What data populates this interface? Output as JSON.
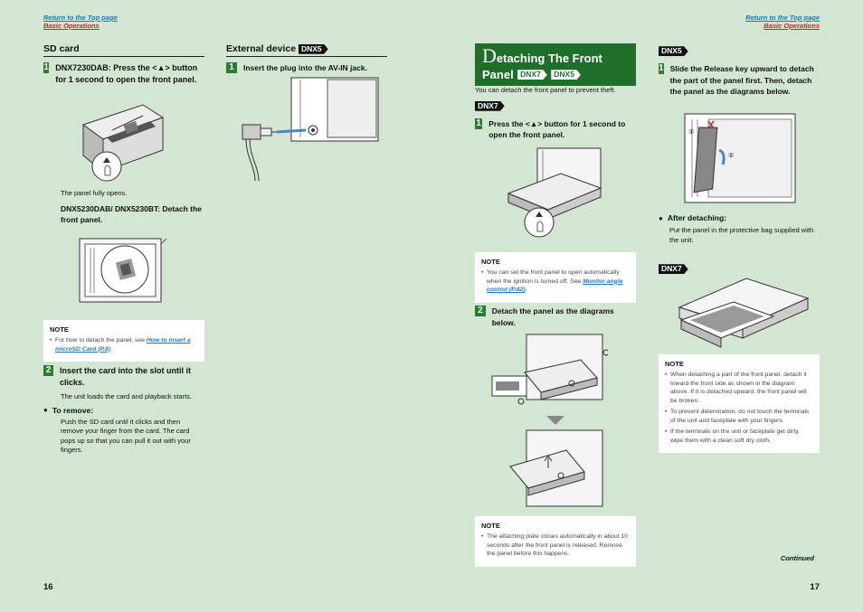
{
  "header": {
    "left": {
      "link": "Return to the Top page",
      "sub": "Basic Operations"
    },
    "right": {
      "link": "Return to the Top page",
      "sub": "Basic Operations"
    }
  },
  "col1": {
    "title": "SD card",
    "step1_num": "1",
    "step1_text": "DNX7230DAB: Press the <▲> button for 1 second to open the front panel.",
    "caption": "The panel fully opens.",
    "sub_step": "DNX5230DAB/ DNX5230BT: Detach the front panel.",
    "note_title": "NOTE",
    "note_prefix": "For how to detach the panel, see ",
    "note_link": "How to insert a microSD Card (P.8)",
    "note_suffix": ".",
    "step2_num": "2",
    "step2_text": "Insert the card into the slot until it clicks.",
    "step2_desc": "The unit loads the card and playback starts.",
    "remove_title": "To remove:",
    "remove_desc": "Push the SD card until it clicks and then remove your finger from the card. The card pops up so that you can pull it out with your fingers."
  },
  "col2": {
    "title": "External device",
    "badge": "DNX5",
    "step1_num": "1",
    "step1_text": "Insert the plug into the AV-IN jack."
  },
  "col3": {
    "title_cap": "D",
    "title_rest": "etaching The Front",
    "title_line2": "Panel",
    "badge1": "DNX7",
    "badge2": "DNX5",
    "intro": "You can detach the front panel to prevent theft.",
    "badge_dnx7": "DNX7",
    "step1_num": "1",
    "step1_text": "Press the <▲> button for 1 second to open the front panel.",
    "note_title": "NOTE",
    "note_prefix": "You can set the front panel to open automatically when the ignition is turned off. See ",
    "note_link": "Monitor angle control (P.82)",
    "note_suffix": ".",
    "step2_num": "2",
    "step2_text": "Detach the panel as the diagrams below.",
    "note2_title": "NOTE",
    "note2_text": "The attaching plate closes automatically in about 10 seconds after the front panel is released. Remove the panel before this happens."
  },
  "col4": {
    "badge_dnx5": "DNX5",
    "step1_num": "1",
    "step1_text": "Slide the Release key upward to detach the part of the panel first. Then, detach the panel as the diagrams below.",
    "after_title": "After detaching:",
    "after_desc": "Put the panel in the protective bag supplied with the unit.",
    "badge_dnx7": "DNX7",
    "note_title": "NOTE",
    "notes": [
      "When detaching a part of the front panel, detach it toward the front side as shown in the diagram above. If it is detached upward, the front panel will be broken.",
      "To prevent deterioration, do not touch the terminals of the unit and faceplate with your fingers.",
      "If the terminals on the unit or faceplate get dirty, wipe them with a clean soft dry cloth."
    ],
    "continued": "Continued"
  },
  "footer": {
    "left_page": "16",
    "right_page": "17"
  }
}
